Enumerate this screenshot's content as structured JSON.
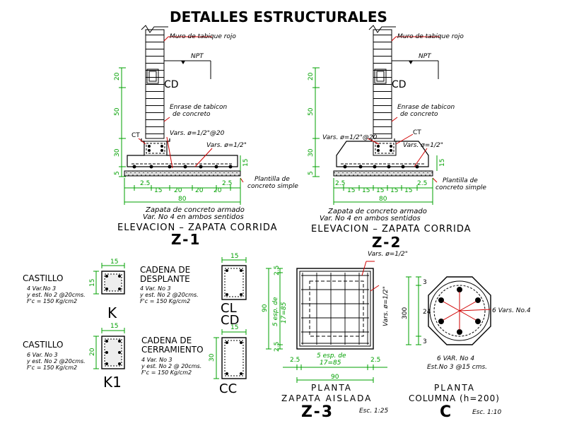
{
  "title": "DETALLES ESTRUCTURALES",
  "colors": {
    "wall": "#000000",
    "dimension": "#00a000",
    "leader": "#d00000",
    "text": "#000000",
    "background": "#ffffff"
  },
  "z1": {
    "wall_label": "Muro de tabique rojo",
    "npt": "NPT",
    "cd": "CD",
    "enrase_1": "Enrase de tabicon",
    "enrase_2": "de concreto",
    "ct": "CT",
    "vars_top": "Vars. ø=1/2\"@20",
    "vars_bottom": "Vars. ø=1/2\"",
    "plantilla_1": "Plantilla de",
    "plantilla_2": "concreto simple",
    "dims_vertical": [
      "20",
      "50",
      "30",
      "5"
    ],
    "dim_15": "15",
    "dims_horizontal": [
      "2.5",
      "15",
      "20",
      "20",
      "20",
      "2.5"
    ],
    "dim_total": "80",
    "caption_1": "Zapata de concreto armado",
    "caption_2": "Var. No 4 en ambos sentidos",
    "elevation_title": "ELEVACION – ZAPATA CORRIDA",
    "code": "Z-1"
  },
  "z2": {
    "wall_label": "Muro de tabique rojo",
    "npt": "NPT",
    "cd": "CD",
    "enrase_1": "Enrase de tabicon",
    "enrase_2": "de concreto",
    "ct": "CT",
    "vars_top": "Vars. ø=1/2\"@20",
    "vars_bottom": "Vars. ø=1/2\"",
    "plantilla_1": "Plantilla de",
    "plantilla_2": "concreto simple",
    "dims_vertical": [
      "20",
      "50",
      "30",
      "5"
    ],
    "dim_15": "15",
    "dims_horizontal": [
      "2.5",
      "15",
      "15",
      "15",
      "15",
      "15",
      "2.5"
    ],
    "dim_total": "80",
    "caption_1": "Zapata de concreto armado",
    "caption_2": "Var. No 4 en ambos sentidos",
    "elevation_title": "ELEVACION – ZAPATA CORRIDA",
    "code": "Z-2"
  },
  "k": {
    "title": "CASTILLO",
    "line1": "4 Var.No 3",
    "line2": "y est. No 2 @20cms.",
    "line3": "F'c = 150 Kg/cm2",
    "dim_w": "15",
    "dim_h": "15",
    "code": "K"
  },
  "k1": {
    "title": "CASTILLO",
    "line1": "6 Var. No 3",
    "line2": "y est. No 2 @20cms.",
    "line3": "F'c = 150 Kg/cm2",
    "dim_w": "15",
    "dim_h": "20",
    "code": "K1"
  },
  "cl": {
    "title_1": "CADENA DE",
    "title_2": "DESPLANTE",
    "line1": "4 Var. No 3",
    "line2": "y est. No 2 @20cms.",
    "line3": "F'c = 150 Kg/cm2",
    "dim_w": "15",
    "code_1": "CL",
    "code_2": "CD"
  },
  "cc": {
    "title_1": "CADENA DE",
    "title_2": "CERRAMIENTO",
    "line1": "4 Var. No 3",
    "line2": "y est. No 2 @ 20cms.",
    "line3": "F'c = 150 Kg/cm2",
    "dim_w": "15",
    "dim_h": "30",
    "code": "CC"
  },
  "z3": {
    "vars": "Vars. ø=1/2\"",
    "vars_side": "Vars. ø=1/2\"",
    "dim_left_top": "2.5",
    "dim_left_bottom": "2.5",
    "dim_left_total": "90",
    "dim_left_mid_1": "5 esp. de",
    "dim_left_mid_2": "17=85",
    "bottom_mid_1": "5 esp. de",
    "bottom_mid_2": "17=85",
    "bottom_left": "2.5",
    "bottom_right": "2.5",
    "bottom_total": "90",
    "plan_title": "PLANTA",
    "subtitle": "ZAPATA AISLADA",
    "code": "Z-3",
    "scale": "Esc. 1:25"
  },
  "col": {
    "dims": [
      "3",
      "24",
      "3"
    ],
    "dim_total": "300",
    "vars": "6 Vars. No.4",
    "note_1": "6 VAR. No 4",
    "note_2": "Est.No 3 @15 cms.",
    "plan_title": "PLANTA",
    "subtitle": "COLUMNA (h=200)",
    "code": "C",
    "scale": "Esc. 1:10"
  }
}
